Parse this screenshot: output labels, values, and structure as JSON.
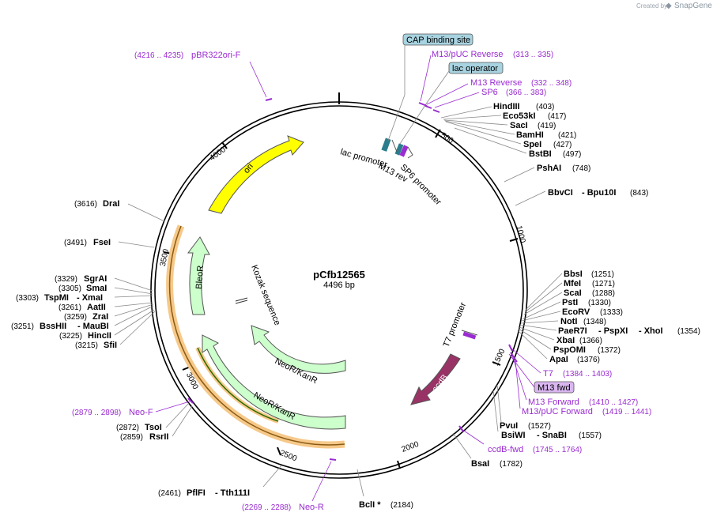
{
  "credit": {
    "prefix": "Created by",
    "brand": "SnapGene"
  },
  "plasmid": {
    "name": "pCfb12565",
    "length_label": "4496 bp"
  },
  "ticks": [
    "500",
    "1000",
    "1500",
    "2000",
    "2500",
    "3000",
    "3500",
    "4000"
  ],
  "boxed_features": [
    {
      "label": "CAP binding site"
    },
    {
      "label": "lac operator"
    },
    {
      "label": "M13 fwd"
    }
  ],
  "features": [
    {
      "label": "ori"
    },
    {
      "label": "BleoR"
    },
    {
      "label": "NeoR/KanR"
    },
    {
      "label": "NeoR/KanR"
    },
    {
      "label": "ccdB"
    },
    {
      "label": "lac promoter"
    },
    {
      "label": "M13 rev"
    },
    {
      "label": "SP6 promoter"
    },
    {
      "label": "T7 promoter"
    },
    {
      "label": "Kozak sequence"
    }
  ],
  "primers": [
    {
      "name": "pBR322ori-F",
      "range": "(4216 .. 4235)"
    },
    {
      "name": "M13/pUC Reverse",
      "range": "(313 .. 335)"
    },
    {
      "name": "M13 Reverse",
      "range": "(332 .. 348)"
    },
    {
      "name": "SP6",
      "range": "(366 .. 383)"
    },
    {
      "name": "T7",
      "range": "(1384 .. 1403)"
    },
    {
      "name": "M13 Forward",
      "range": "(1410 .. 1427)"
    },
    {
      "name": "M13/pUC Forward",
      "range": "(1419 .. 1441)"
    },
    {
      "name": "ccdB-fwd",
      "range": "(1745 .. 1764)"
    },
    {
      "name": "Neo-F",
      "range": "(2879 .. 2898)"
    },
    {
      "name": "Neo-R",
      "range": "(2269 .. 2288)"
    }
  ],
  "enzymes_right": [
    {
      "name": "HindIII",
      "pos": "(403)"
    },
    {
      "name": "Eco53kI",
      "pos": "(417)"
    },
    {
      "name": "SacI",
      "pos": "(419)"
    },
    {
      "name": "BamHI",
      "pos": "(421)"
    },
    {
      "name": "SpeI",
      "pos": "(427)"
    },
    {
      "name": "BstBI",
      "pos": "(497)"
    },
    {
      "name": "PshAI",
      "pos": "(748)"
    },
    {
      "name": "BbvCI",
      "name2": "- Bpu10I",
      "pos": "(843)"
    },
    {
      "name": "BbsI",
      "pos": "(1251)"
    },
    {
      "name": "MfeI",
      "pos": "(1271)"
    },
    {
      "name": "ScaI",
      "pos": "(1288)"
    },
    {
      "name": "PstI",
      "pos": "(1330)"
    },
    {
      "name": "EcoRV",
      "pos": "(1333)"
    },
    {
      "name": "NotI",
      "pos": "(1348)"
    },
    {
      "name": "PaeR7I",
      "name2": "- PspXI",
      "name3": "- XhoI",
      "pos": "(1354)"
    },
    {
      "name": "XbaI",
      "pos": "(1366)"
    },
    {
      "name": "PspOMI",
      "pos": "(1372)"
    },
    {
      "name": "ApaI",
      "pos": "(1376)"
    },
    {
      "name": "PvuI",
      "pos": "(1527)"
    },
    {
      "name": "BsiWI",
      "name2": "- SnaBI",
      "pos": "(1557)"
    },
    {
      "name": "BsaI",
      "pos": "(1782)"
    },
    {
      "name": "BclI *",
      "pos": "(2184)"
    }
  ],
  "enzymes_left": [
    {
      "name": "DraI",
      "pos": "(3616)"
    },
    {
      "name": "FseI",
      "pos": "(3491)"
    },
    {
      "name": "SgrAI",
      "pos": "(3329)"
    },
    {
      "name": "SmaI",
      "pos": "(3305)"
    },
    {
      "name": "TspMI",
      "name2": "- XmaI",
      "pos": "(3303)"
    },
    {
      "name": "AatII",
      "pos": "(3261)"
    },
    {
      "name": "ZraI",
      "pos": "(3259)"
    },
    {
      "name": "BssHII",
      "name2": "- MauBI",
      "pos": "(3251)"
    },
    {
      "name": "HincII",
      "pos": "(3225)"
    },
    {
      "name": "SfiI",
      "pos": "(3215)"
    },
    {
      "name": "TsoI",
      "pos": "(2872)"
    },
    {
      "name": "RsrII",
      "pos": "(2859)"
    },
    {
      "name": "PflFI",
      "name2": "- Tth111I",
      "pos": "(2461)"
    }
  ],
  "colors": {
    "ori": "#ffff00",
    "marker": "#ccffcc",
    "ccdB": "#993366",
    "primer": "#9a2bd1",
    "highlight": "#f6c98a",
    "box_teal": "#a8d3e0",
    "box_violet": "#d9b6f0"
  }
}
